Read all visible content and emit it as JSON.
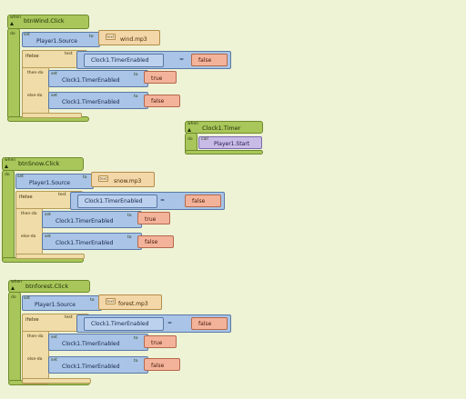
{
  "blocks": {
    "when_label": "when",
    "do_label": "do",
    "set_label": "set",
    "to_label": "to",
    "text_label": "text",
    "ifelse_label": "ifelse",
    "test_label": "test",
    "then_label": "then-do",
    "else_label": "else-do",
    "call_label": "call",
    "eq_symbol": "="
  },
  "handlers": [
    {
      "event": "btnWind.Click",
      "source_property": "Player1.Source",
      "source_value": "wind.mp3",
      "test_property": "Clock1.TimerEnabled",
      "compare_value": "false",
      "then_property": "Clock1.TimerEnabled",
      "then_value": "true",
      "else_property": "Clock1.TimerEnabled",
      "else_value": "false"
    },
    {
      "event": "btnSnow.Click",
      "source_property": "Player1.Source",
      "source_value": "snow.mp3",
      "test_property": "Clock1.TimerEnabled",
      "compare_value": "false",
      "then_property": "Clock1.TimerEnabled",
      "then_value": "true",
      "else_property": "Clock1.TimerEnabled",
      "else_value": "false"
    },
    {
      "event": "btnforest.Click",
      "source_property": "Player1.Source",
      "source_value": "forest.mp3",
      "test_property": "Clock1.TimerEnabled",
      "compare_value": "false",
      "then_property": "Clock1.TimerEnabled",
      "then_value": "true",
      "else_property": "Clock1.TimerEnabled",
      "else_value": "false"
    }
  ],
  "timer": {
    "event": "Clock1.Timer",
    "method": "Player1.Start"
  },
  "colors": {
    "workspace": "#eef3d6",
    "event_block": "#a8c65a",
    "control_block": "#efdca8",
    "setter_block": "#a9c4e6",
    "boolean_block": "#f3b39a",
    "text_block": "#f3d7a8",
    "call_block": "#c8bbe6"
  }
}
